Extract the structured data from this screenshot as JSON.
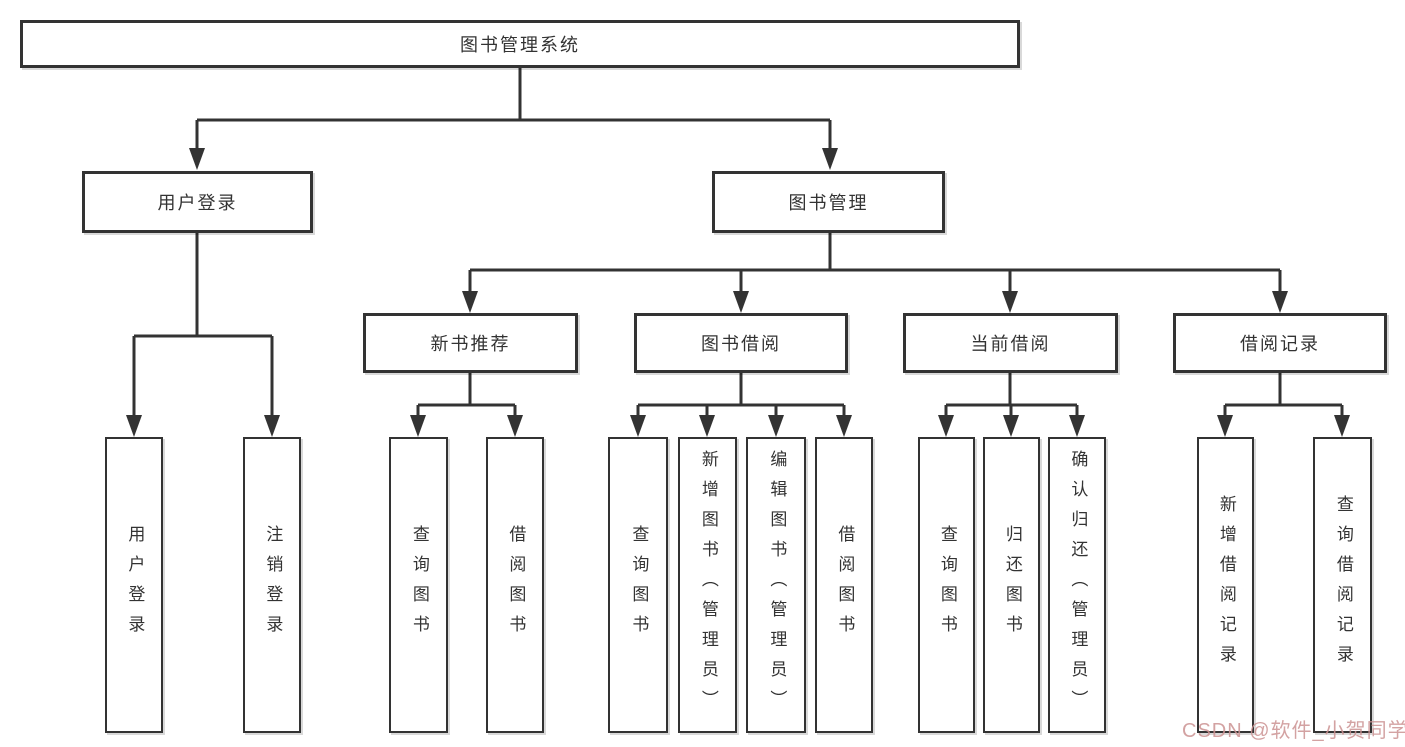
{
  "diagram": {
    "title": "图书管理系统",
    "root": {
      "label": "图书管理系统",
      "children": [
        {
          "label": "用户登录",
          "children": [
            {
              "label": "用户登录"
            },
            {
              "label": "注销登录"
            }
          ]
        },
        {
          "label": "图书管理",
          "children": [
            {
              "label": "新书推荐",
              "children": [
                {
                  "label": "查询图书"
                },
                {
                  "label": "借阅图书"
                }
              ]
            },
            {
              "label": "图书借阅",
              "children": [
                {
                  "label": "查询图书"
                },
                {
                  "label": "新增图书（管理员）"
                },
                {
                  "label": "编辑图书（管理员）"
                },
                {
                  "label": "借阅图书"
                }
              ]
            },
            {
              "label": "当前借阅",
              "children": [
                {
                  "label": "查询图书"
                },
                {
                  "label": "归还图书"
                },
                {
                  "label": "确认归还（管理员）"
                }
              ]
            },
            {
              "label": "借阅记录",
              "children": [
                {
                  "label": "新增借阅记录"
                },
                {
                  "label": "查询借阅记录"
                }
              ]
            }
          ]
        }
      ]
    },
    "colors": {
      "line": "#333333",
      "box_background": "#ffffff",
      "text": "#333333",
      "watermark": "#cb9292"
    }
  },
  "watermark": {
    "text": "CSDN @软件_小贺同学"
  }
}
